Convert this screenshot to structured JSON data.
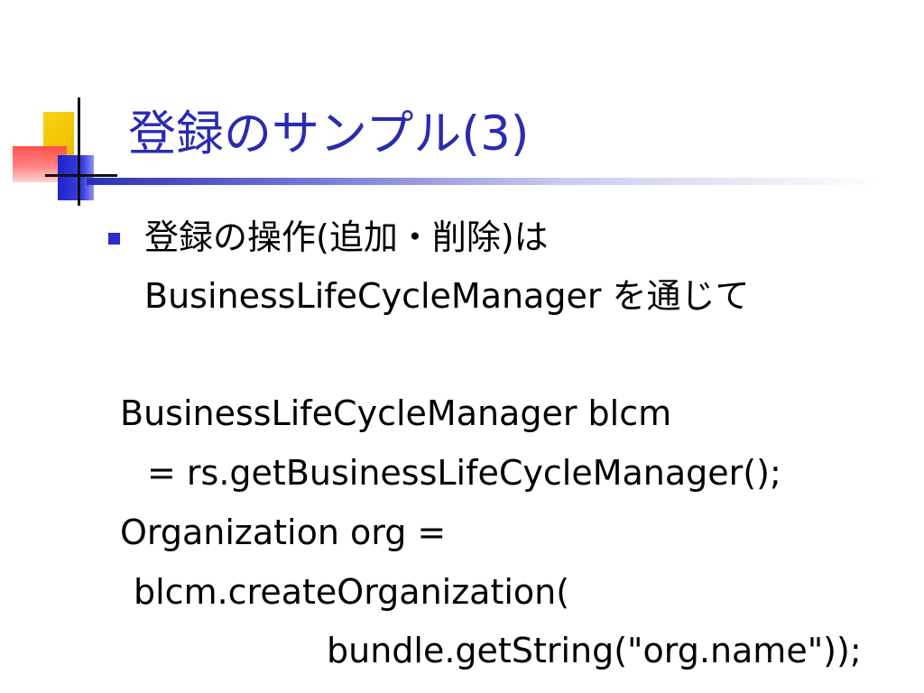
{
  "slide": {
    "title": "登録のサンプル(3)",
    "bullet": {
      "line1": "登録の操作(追加・削除)は",
      "line2": "BusinessLifeCycleManager を通じて"
    },
    "code": [
      "BusinessLifeCycleManager blcm",
      "= rs.getBusinessLifeCycleManager();",
      "Organization org =",
      "blcm.createOrganization(",
      "bundle.getString(\"org.name\"));"
    ]
  },
  "colors": {
    "title": "#2b2bb0",
    "bullet": "#2b2bcc",
    "text": "#000000"
  },
  "icons": {
    "bullet": "square-bullet-icon",
    "decoration": "corner-logo-decoration"
  }
}
